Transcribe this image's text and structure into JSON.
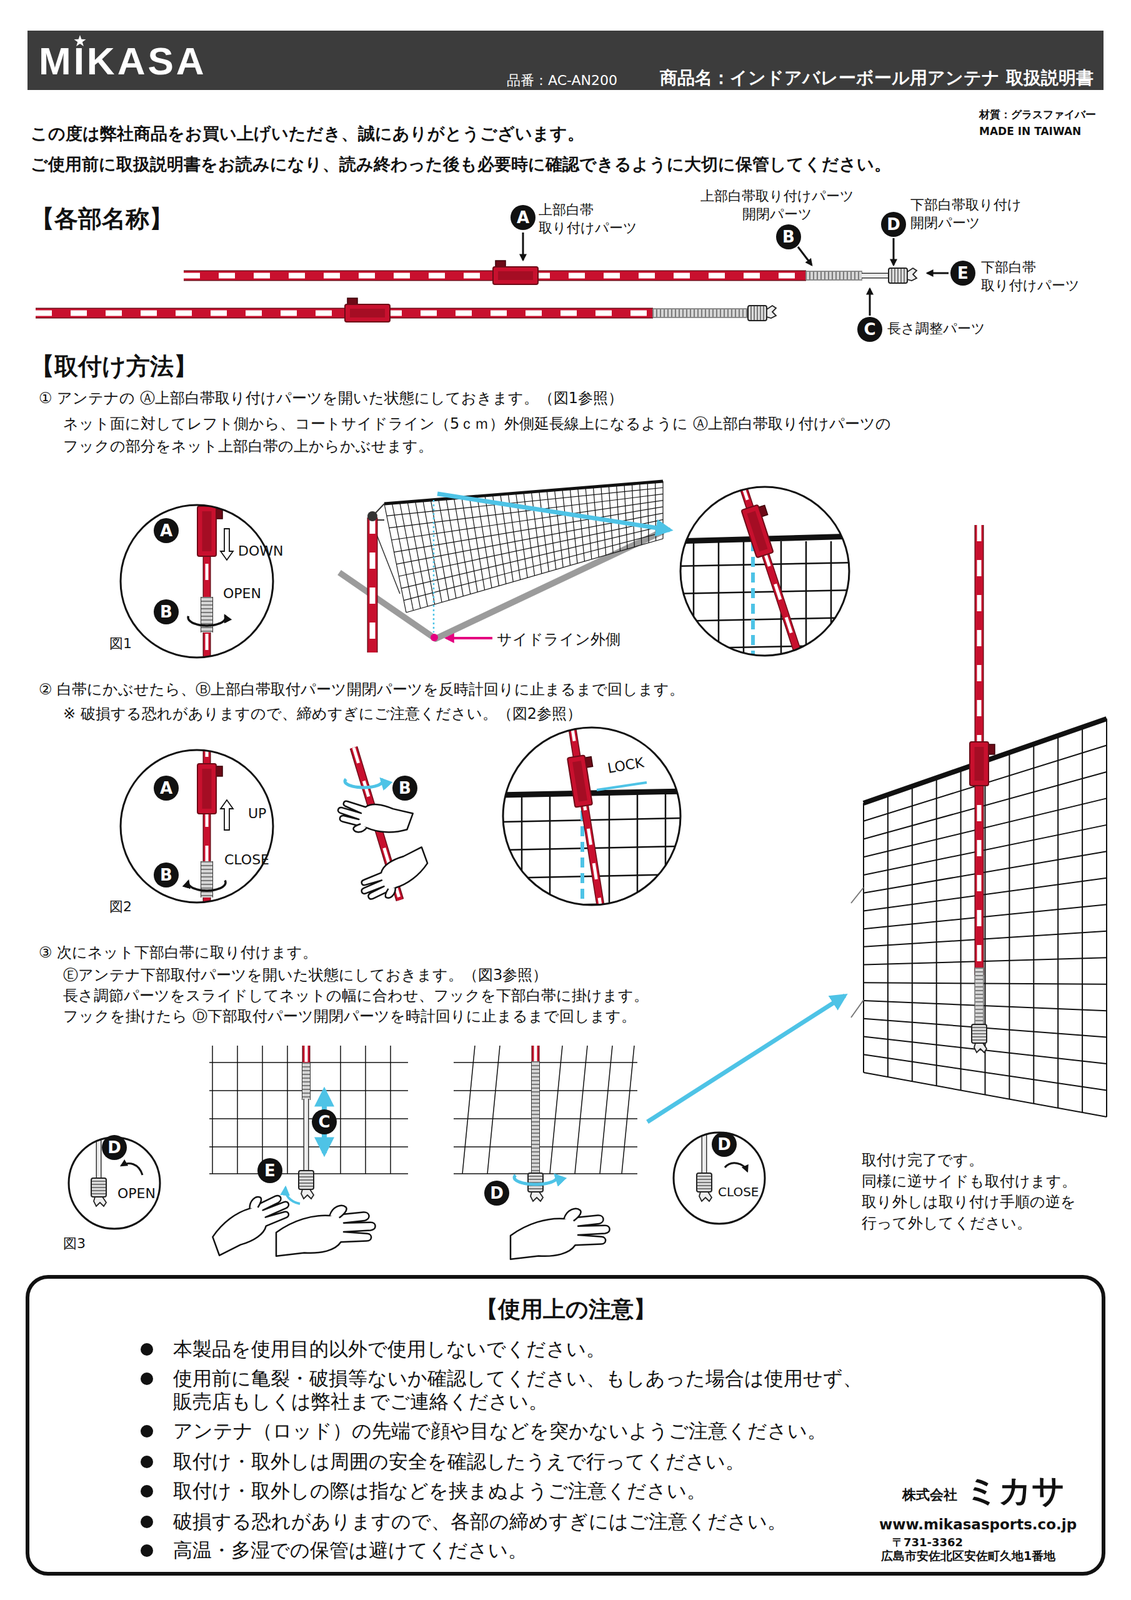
{
  "diagram": {
    "nodes": [
      {
        "text": [
          "MIKASA",
          "品番：AC-AN200",
          "商品名：インドアバレーボール用アンテナ 取扱説明書"
        ]
      },
      {
        "text": [
          "A"
        ]
      },
      {
        "text": [
          "B"
        ]
      },
      {
        "text": [
          "D"
        ]
      },
      {
        "text": [
          "E"
        ]
      },
      {
        "text": [
          "C"
        ]
      },
      {
        "text": [
          "A"
        ]
      },
      {
        "text": [
          "B"
        ]
      },
      {
        "text": [
          "A"
        ]
      },
      {
        "text": [
          "B"
        ]
      },
      {
        "text": [
          "B"
        ]
      },
      {
        "text": [
          "D"
        ]
      },
      {
        "text": [
          "C"
        ]
      },
      {
        "text": [
          "E"
        ]
      },
      {
        "text": [
          "D"
        ]
      },
      {
        "text": [
          "D"
        ]
      },
      {
        "text": [
          "【使用上の注意】",
          "本製品を使用目的以外で使用しないでください。",
          "使用前に亀裂・破損等ないか確認してください、もしあった場合は使用せず、 販売店もしくは弊社までご連絡ください。",
          "アンテナ（ロッド）の先端で顔や目などを突かないようご注意ください。",
          "取付け・取外しは周囲の安全を確認したうえで行ってください。",
          "取付け・取外しの際は指などを挟まぬようご注意ください。",
          "破損する恐れがありますので、各部の締めすぎにはご注意ください。",
          "高温・多湿での保管は避けてください。"
        ]
      }
    ],
    "labels": [
      "材質：グラスファイバー",
      "MADE IN TAIWAN",
      "この度は弊社商品をお買い上げいただき、誠にありがとうございます。",
      "ご使用前に取扱説明書をお読みになり、読み終わった後も必要時に確認できるように大切に保管してください。",
      "【各部名称】",
      "上部白帯 取り付けパーツ",
      "上部白帯取り付けパーツ 開閉パーツ",
      "下部白帯取り付け 開閉パーツ",
      "下部白帯 取り付けパーツ",
      "長さ調整パーツ",
      "【取付け方法】",
      "① アンテナの Ⓐ上部白帯取り付けパーツを開いた状態にしておきます。（図1参照）",
      "ネット面に対してレフト側から、コートサイドライン（5ｃｍ）外側延長線上になるように Ⓐ上部白帯取り付けパーツの フックの部分をネット上部白帯の上からかぶせます。",
      "DOWN",
      "OPEN",
      "図1",
      "サイドライン外側",
      "② 白帯にかぶせたら、Ⓑ上部白帯取付パーツ開閉パーツを反時計回りに止まるまで回します。",
      "※ 破損する恐れがありますので、締めすぎにご注意ください。（図2参照）",
      "UP",
      "CLOSE",
      "図2",
      "LOCK",
      "③ 次にネット下部白帯に取り付けます。",
      "Ⓔアンテナ下部取付パーツを開いた状態にしておきます。（図3参照）",
      "長さ調節パーツをスライドしてネットの幅に合わせ、フックを下部白帯に掛けます。",
      "フックを掛けたら Ⓓ下部取付パーツ開閉パーツを時計回りに止まるまで回します。",
      "OPEN",
      "図3",
      "CLOSE",
      "取付け完了です。 同様に逆サイドも取付けます。 取り外しは取り付け手順の逆を 行って外してください。",
      "株式会社",
      "ミカサ",
      "www.mikasasports.co.jp",
      "〒731-3362",
      "広島市安佐北区安佐町久地1番地"
    ]
  }
}
